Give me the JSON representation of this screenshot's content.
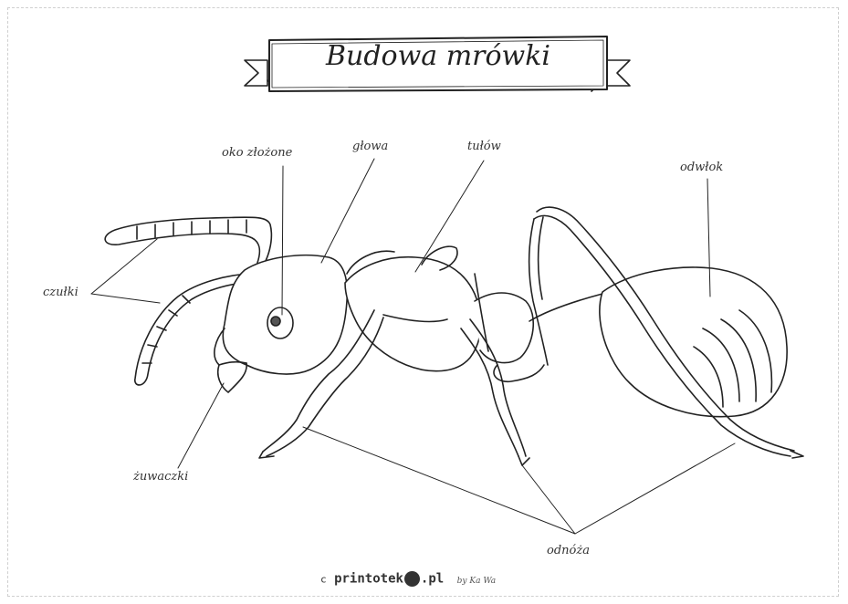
{
  "title": "Budowa mrówki",
  "labels": {
    "oko_zlozone": "oko złożone",
    "glowa": "głowa",
    "tulow": "tułów",
    "odwlok": "odwłok",
    "czulki": "czułki",
    "zuwaczki": "żuwaczki",
    "odnoza": "odnóża"
  },
  "footer": {
    "copyright": "c",
    "site_a": "printotek",
    "site_b": ".pl",
    "signature": "by Ka Wa"
  }
}
